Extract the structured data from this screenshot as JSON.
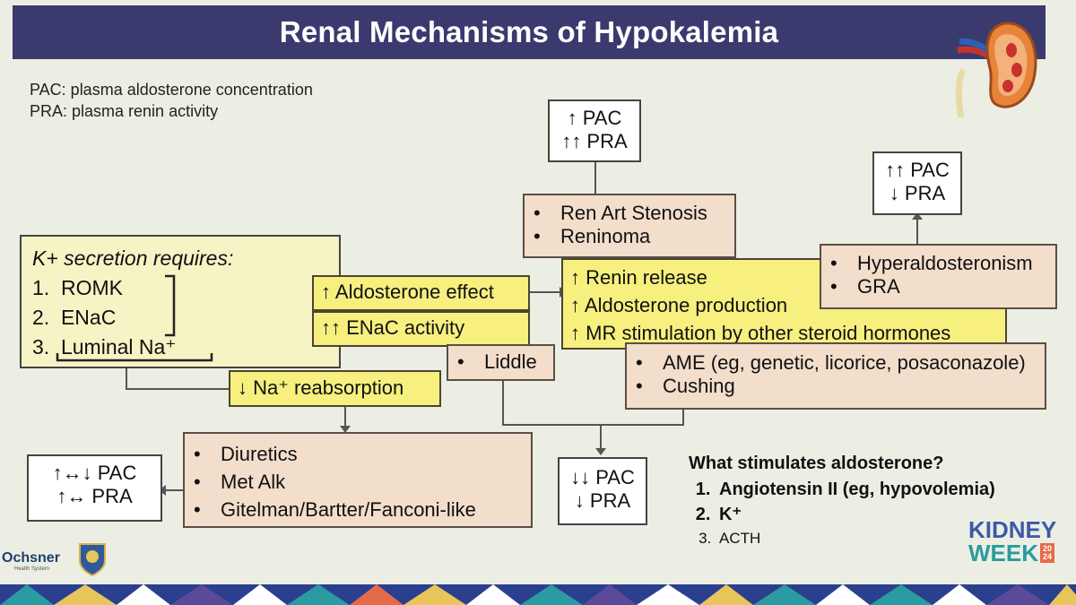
{
  "title": "Renal Mechanisms of Hypokalemia",
  "legend": [
    "PAC: plasma aldosterone concentration",
    "PRA: plasma renin activity"
  ],
  "boxes": {
    "top_pac_pra": [
      "↑ PAC",
      "↑↑ PRA"
    ],
    "right_pac_pra": [
      "↑↑ PAC",
      "↓ PRA"
    ],
    "renal_causes": [
      "Ren Art Stenosis",
      "Reninoma"
    ],
    "k_secretion": {
      "heading": "K+ secretion requires:",
      "items": [
        "1.  ROMK",
        "2.  ENaC",
        "3.  Luminal Na⁺"
      ]
    },
    "aldosterone_effect": "↑ Aldosterone effect",
    "enac_activity": "↑↑ ENaC activity",
    "renin_release": [
      "↑ Renin release",
      "↑ Aldosterone production",
      "↑ MR stimulation by other steroid hormones"
    ],
    "hyperaldo": [
      "Hyperaldosteronism",
      "GRA"
    ],
    "liddle": "Liddle",
    "ame": [
      "AME (eg, genetic, licorice, posaconazole)",
      "Cushing"
    ],
    "na_reabsorption": "↓ Na⁺ reabsorption",
    "diuretics": [
      "Diuretics",
      "Met Alk",
      "Gitelman/Bartter/Fanconi-like"
    ],
    "left_pac_pra": [
      "↑↔↓ PAC",
      "↑↔ PRA"
    ],
    "bottom_pac_pra": [
      "↓↓ PAC",
      "↓ PRA"
    ]
  },
  "question": {
    "title": "What stimulates aldosterone?",
    "items": [
      "Angiotensin II (eg, hypovolemia)",
      "K⁺",
      "ACTH"
    ]
  },
  "branding": {
    "kidney_week_line1": "KIDNEY",
    "kidney_week_line2": "WEEK",
    "year_top": "20",
    "year_bottom": "24",
    "ochsner": "Ochsner",
    "ochsner_sub": "Health System"
  },
  "colors": {
    "title_bar": "#3b3a6e",
    "yellow_box": "#f7ef7e",
    "tan_box": "#f3ddcb",
    "cream_box": "#f6f3c5",
    "background": "#eceee4"
  }
}
